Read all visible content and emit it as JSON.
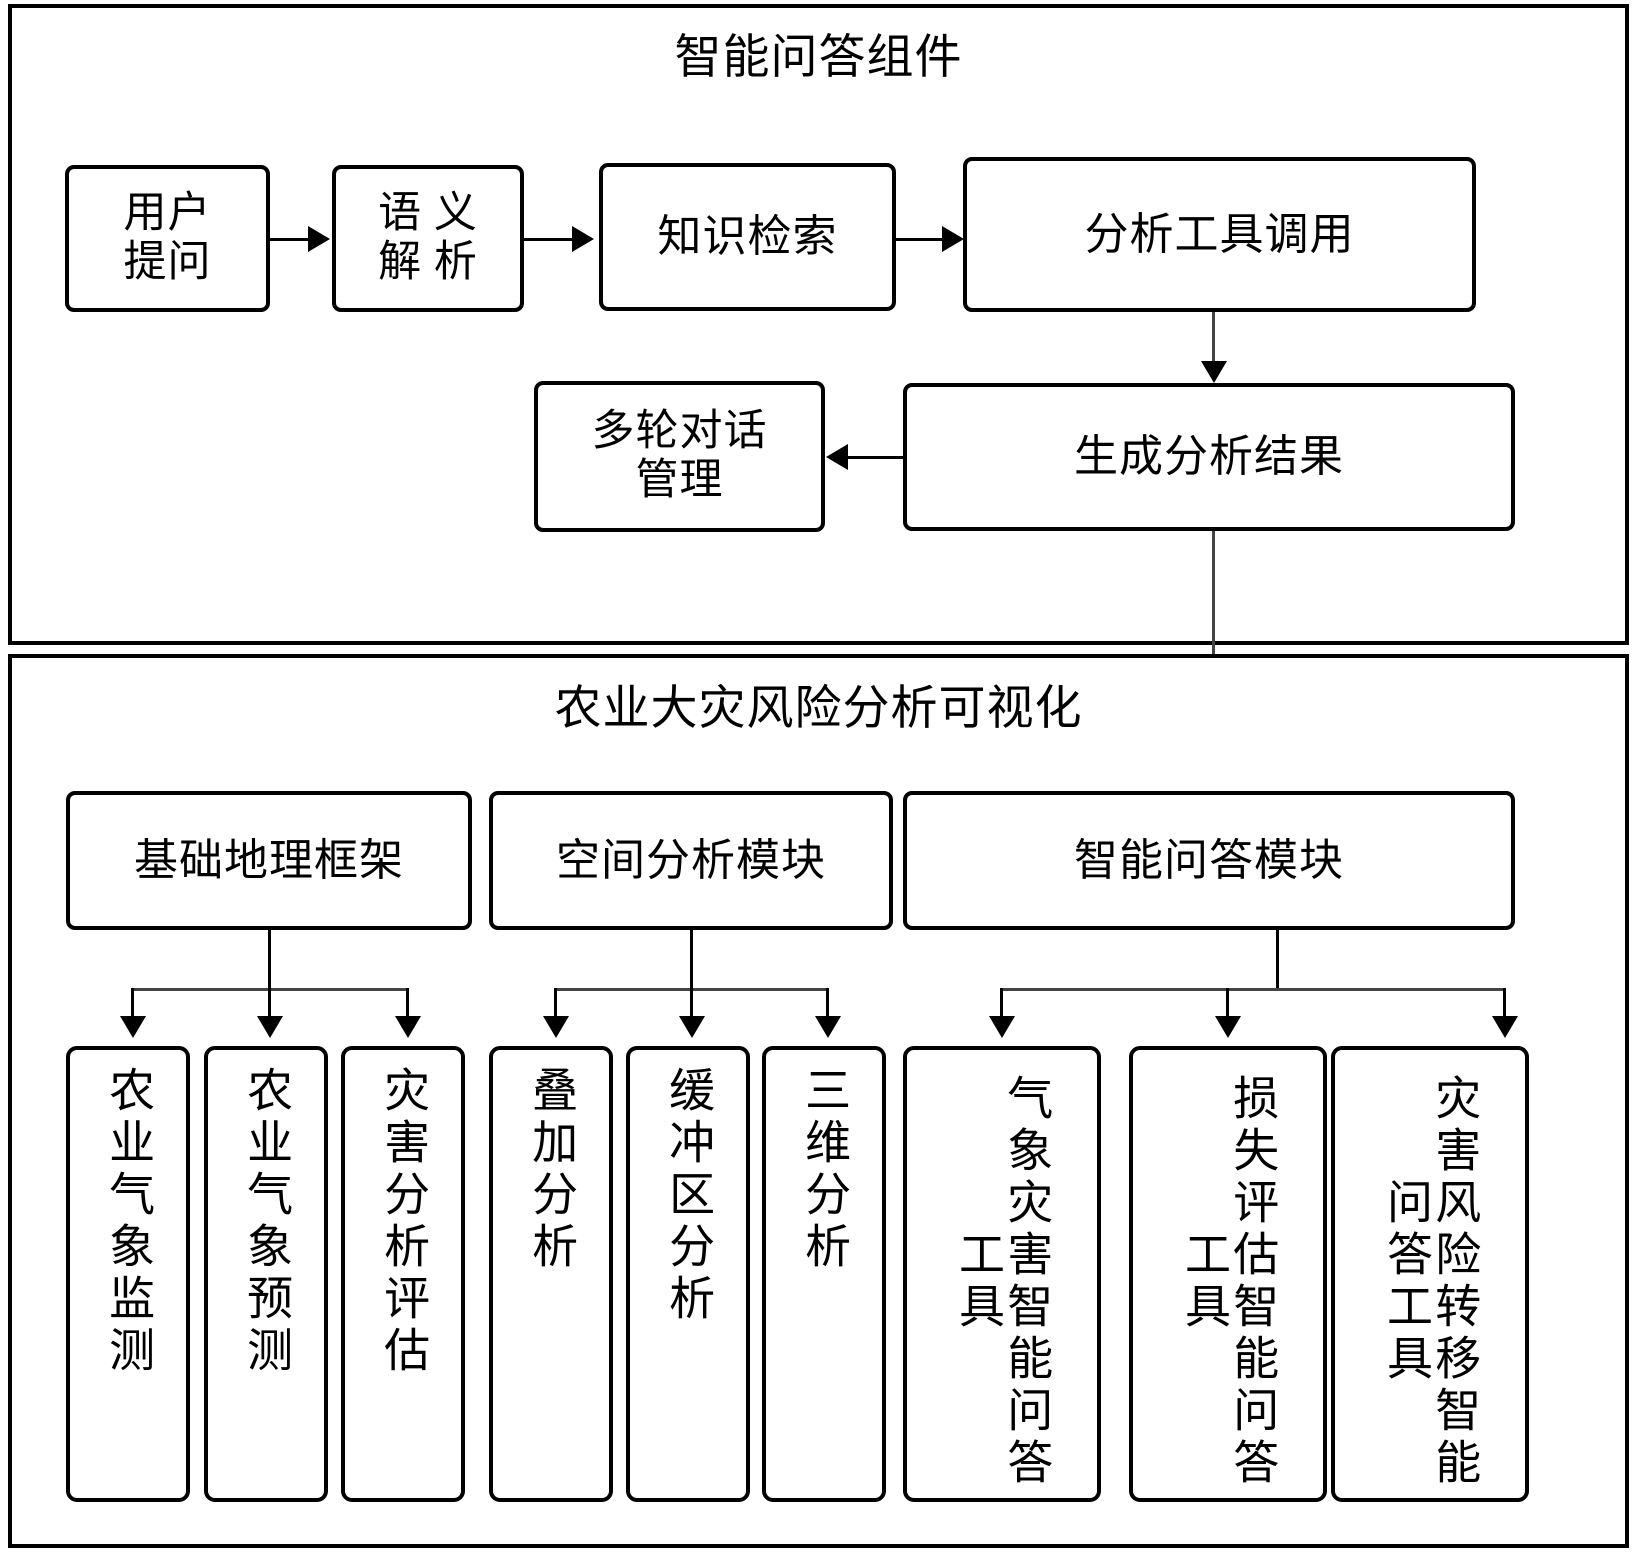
{
  "diagram": {
    "panels": [
      {
        "id": "qa-component",
        "title": "智能问答组件",
        "boxes": [
          {
            "id": "user-question",
            "label": "用户\n提问"
          },
          {
            "id": "semantic-parse",
            "label": "语 义\n解 析"
          },
          {
            "id": "knowledge-search",
            "label": "知识检索"
          },
          {
            "id": "tool-invocation",
            "label": "分析工具调用"
          },
          {
            "id": "dialog-manage",
            "label": "多轮对话\n管理"
          },
          {
            "id": "generate-result",
            "label": "生成分析结果"
          }
        ]
      },
      {
        "id": "risk-visualization",
        "title": "农业大灾风险分析可视化",
        "modules": [
          {
            "id": "geo-framework",
            "label": "基础地理框架",
            "leaves": [
              {
                "id": "agri-met-monitor",
                "label": "农业气象监测"
              },
              {
                "id": "agri-met-forecast",
                "label": "农业气象预测"
              },
              {
                "id": "disaster-eval",
                "label": "灾害分析评估"
              }
            ]
          },
          {
            "id": "spatial-analysis",
            "label": "空间分析模块",
            "leaves": [
              {
                "id": "overlay-analysis",
                "label": "叠加分析"
              },
              {
                "id": "buffer-analysis",
                "label": "缓冲区分析"
              },
              {
                "id": "threed-analysis",
                "label": "三维分析"
              }
            ]
          },
          {
            "id": "qa-module",
            "label": "智能问答模块",
            "leaves": [
              {
                "id": "met-disaster-qa-tool",
                "label": "气象灾害智能问答工具"
              },
              {
                "id": "loss-eval-qa-tool",
                "label": "损失评估智能问答工具"
              },
              {
                "id": "risk-transfer-qa-tool",
                "label": "灾害风险转移智能问答工具"
              }
            ]
          }
        ]
      }
    ],
    "colors": {
      "stroke": "#000000",
      "background": "#ffffff",
      "connector": "#444444"
    }
  }
}
